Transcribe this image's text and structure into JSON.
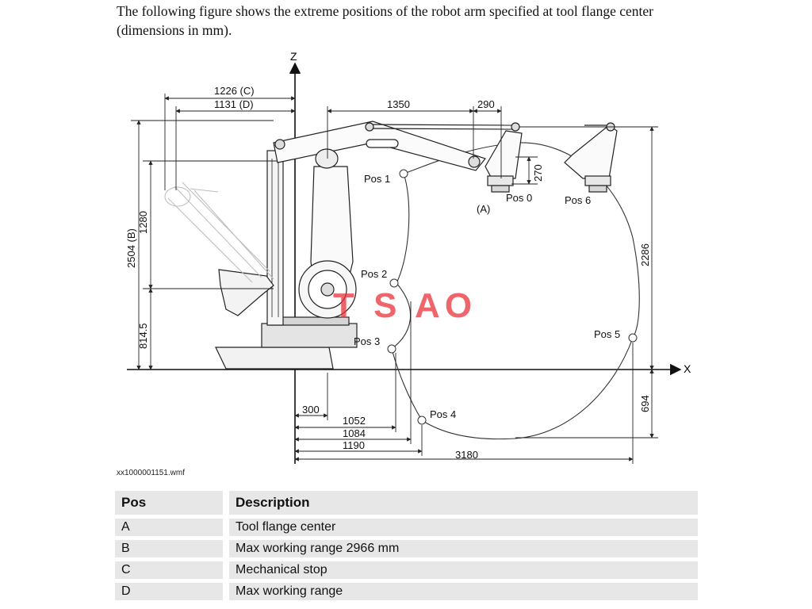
{
  "intro_text": "The following figure shows the extreme positions of the robot arm specified at tool flange center (dimensions in mm).",
  "figure": {
    "axis_z": "Z",
    "axis_x": "X",
    "dims": {
      "d1226": "1226 (C)",
      "d1131": "1131 (D)",
      "d1350": "1350",
      "d290": "290",
      "d270": "270",
      "d2504": "2504 (B)",
      "d1280": "1280",
      "d814": "814.5",
      "d2286": "2286",
      "d694": "694",
      "d300": "300",
      "d1052": "1052",
      "d1084": "1084",
      "d1190": "1190",
      "d3180": "3180"
    },
    "positions": {
      "pos0": "Pos 0",
      "pos1": "Pos 1",
      "pos2": "Pos 2",
      "pos3": "Pos 3",
      "pos4": "Pos 4",
      "pos5": "Pos 5",
      "pos6": "Pos 6",
      "a_label": "(A)"
    },
    "watermark": "T S AO",
    "colors": {
      "line": "#222222",
      "watermark": "#e8333a"
    }
  },
  "figure_caption": "xx1000001151.wmf",
  "table": {
    "headers": [
      "Pos",
      "Description"
    ],
    "rows": [
      [
        "A",
        "Tool flange center"
      ],
      [
        "B",
        "Max working range 2966 mm"
      ],
      [
        "C",
        "Mechanical stop"
      ],
      [
        "D",
        "Max working range"
      ]
    ]
  }
}
